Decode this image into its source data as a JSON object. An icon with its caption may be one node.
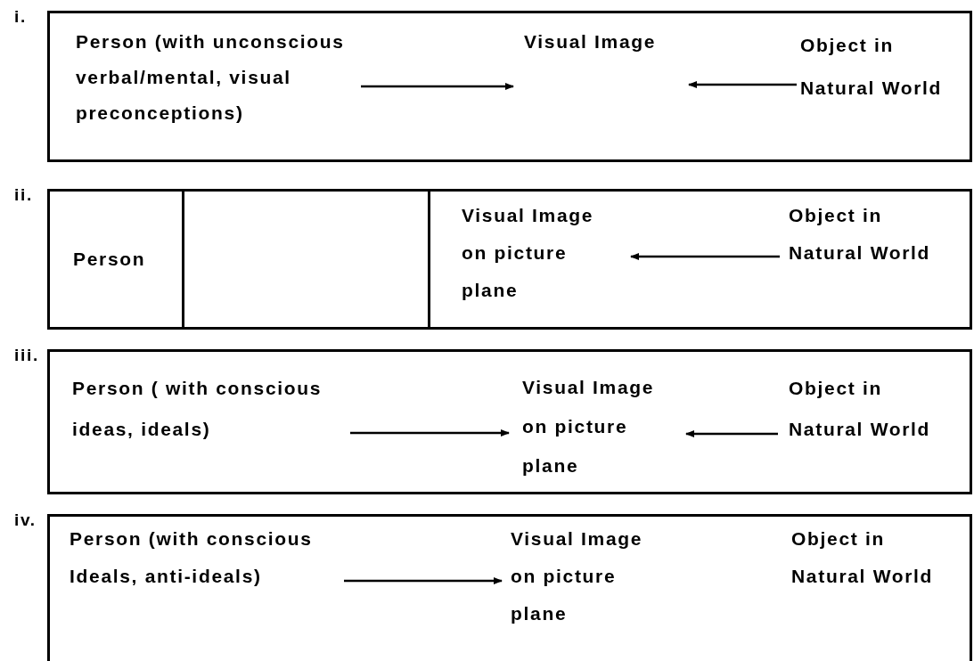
{
  "diagram": {
    "nodes": [
      {
        "text": [
          "i."
        ]
      },
      {
        "text": [
          "Person (with unconscious verbal/mental, visual preconceptions)"
        ],
        "in": 0
      },
      {
        "text": [
          "Visual Image"
        ],
        "in": 0
      },
      {
        "text": [
          "Object in Natural World"
        ],
        "in": 0
      },
      {
        "text": [
          "ii."
        ]
      },
      {
        "text": [
          "Person"
        ],
        "in": 4
      },
      {
        "text": [],
        "shape": "box",
        "in": 4
      },
      {
        "text": [
          "Visual Image on picture plane"
        ],
        "in": 4
      },
      {
        "text": [
          "Object in Natural World"
        ],
        "in": 4
      },
      {
        "text": [
          "iii."
        ]
      },
      {
        "text": [
          "Person ( with conscious ideas, ideals)"
        ],
        "in": 9
      },
      {
        "text": [
          "Visual Image on picture plane"
        ],
        "in": 9
      },
      {
        "text": [
          "Object in Natural World"
        ],
        "in": 9
      },
      {
        "text": [
          "iv."
        ]
      },
      {
        "text": [
          "Person (with conscious Ideals, anti-ideals)"
        ],
        "in": 13
      },
      {
        "text": [
          "Visual Image on picture plane"
        ],
        "in": 13
      },
      {
        "text": [
          "Object in Natural World"
        ],
        "in": 13
      }
    ],
    "edges": [
      {
        "from": 1,
        "to": 2,
        "arrow": "to"
      },
      {
        "from": 3,
        "to": 2,
        "arrow": "to"
      },
      {
        "from": 8,
        "to": 7,
        "arrow": "to"
      },
      {
        "from": 10,
        "to": 11,
        "arrow": "to"
      },
      {
        "from": 12,
        "to": 11,
        "arrow": "to"
      },
      {
        "from": 14,
        "to": 15,
        "arrow": "to"
      }
    ]
  }
}
